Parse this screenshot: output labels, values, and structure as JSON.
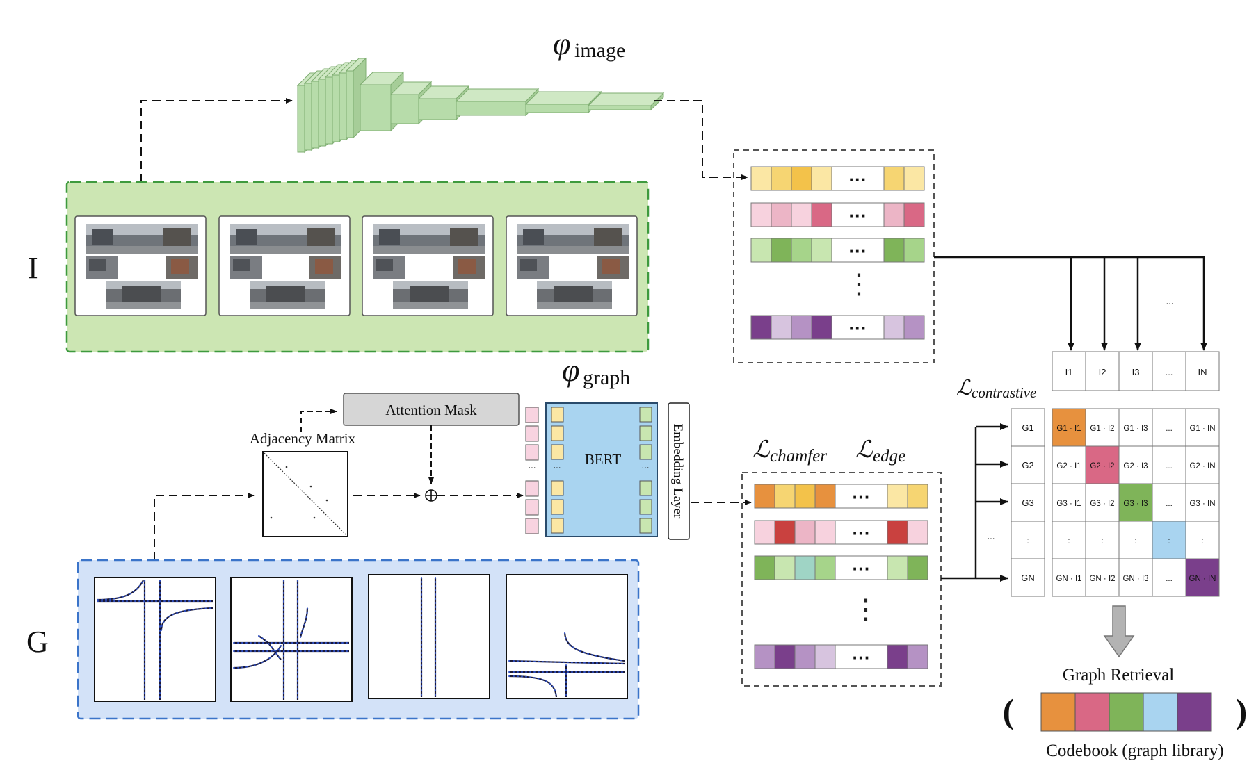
{
  "labels": {
    "phi_image": "φ",
    "phi_image_sub": "image",
    "phi_graph": "φ",
    "phi_graph_sub": "graph",
    "I": "I",
    "G": "G",
    "attention_mask": "Attention Mask",
    "adjacency_matrix": "Adjacency Matrix",
    "bert": "BERT",
    "embedding_layer": "Embedding Layer",
    "loss_chamfer": "ℒ",
    "loss_chamfer_sub": "chamfer",
    "loss_edge": "ℒ",
    "loss_edge_sub": "edge",
    "loss_contrastive": "ℒ",
    "loss_contrastive_sub": "contrastive",
    "graph_retrieval": "Graph Retrieval",
    "codebook": "Codebook (graph library)",
    "ellipsis": "···",
    "tiny_ellipsis": "···",
    "vdots": "⋮",
    "paren_open": "(",
    "paren_close": ")"
  },
  "matrix": {
    "col_headers": [
      "I1",
      "I2",
      "I3",
      "...",
      "IN"
    ],
    "row_headers": [
      "G1",
      "G2",
      "G3",
      ":",
      "GN"
    ],
    "cells": [
      [
        "G1 · I1",
        "G1 · I2",
        "G1 · I3",
        "...",
        "G1 · IN"
      ],
      [
        "G2 · I1",
        "G2 · I2",
        "G2 · I3",
        "...",
        "G2 · IN"
      ],
      [
        "G3 · I1",
        "G3 · I2",
        "G3 · I3",
        "...",
        "G3 · IN"
      ],
      [
        ":",
        ":",
        ":",
        ":",
        ":"
      ],
      [
        "GN · I1",
        "GN · I2",
        "GN · I3",
        "...",
        "GN · IN"
      ]
    ]
  },
  "image_embeddings": [
    [
      "#fbe7a4",
      "#f6d572",
      "#f3c24a",
      "#fbe7a4",
      "#ffffff",
      "#f6d572",
      "#fbe7a4"
    ],
    [
      "#f7d2de",
      "#ecb5c6",
      "#f7d2de",
      "#d96885",
      "#ffffff",
      "#ecb5c6",
      "#d96885"
    ],
    [
      "#c8e6b0",
      "#7fb459",
      "#a6d48a",
      "#c8e6b0",
      "#ffffff",
      "#7fb459",
      "#a6d48a"
    ],
    [
      "#7a3f8b",
      "#d7c4df",
      "#b592c4",
      "#7a3f8b",
      "#ffffff",
      "#d7c4df",
      "#b592c4"
    ]
  ],
  "graph_embeddings": [
    [
      "#e7913e",
      "#f6d572",
      "#f3c24a",
      "#e7913e",
      "#ffffff",
      "#fbe7a4",
      "#f6d572"
    ],
    [
      "#f7d2de",
      "#c9413f",
      "#ecb5c6",
      "#f7d2de",
      "#ffffff",
      "#c9413f",
      "#f7d2de"
    ],
    [
      "#7fb459",
      "#c8e6b0",
      "#9fd4c5",
      "#a6d48a",
      "#ffffff",
      "#c8e6b0",
      "#7fb459"
    ],
    [
      "#b592c4",
      "#7a3f8b",
      "#b592c4",
      "#d7c4df",
      "#ffffff",
      "#7a3f8b",
      "#b592c4"
    ]
  ],
  "codebook_colors": [
    "#e7913e",
    "#d96885",
    "#7fb459",
    "#a9d4f0",
    "#7a3f8b"
  ],
  "colors": {
    "image_panel_fill": "#cce6b3",
    "image_panel_border": "#3e9a3e",
    "graph_panel_fill": "#d3e2f8",
    "graph_panel_border": "#3b74c9",
    "cnn_fill": "#b7dcaa",
    "cnn_stroke": "#7fae72",
    "bert_fill": "#a9d4f0",
    "attention_fill": "#d6d6d6",
    "token_pink": "#f8d3e0",
    "token_yellow": "#fbe7a4",
    "token_green": "#c8e6b0",
    "diag_orange": "#e7913e",
    "diag_pink": "#d96885",
    "diag_green": "#7fb459",
    "diag_blue": "#a9d4f0",
    "diag_purple": "#7a3f8b"
  }
}
